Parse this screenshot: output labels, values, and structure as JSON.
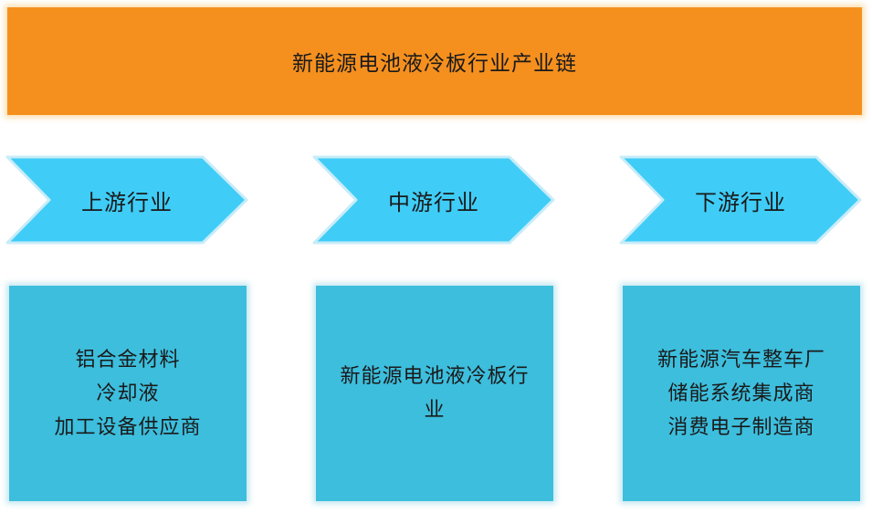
{
  "header": {
    "title": "新能源电池液冷板行业产业链"
  },
  "stages": [
    {
      "label": "上游行业",
      "items": [
        "铝合金材料",
        "冷却液",
        "加工设备供应商"
      ]
    },
    {
      "label": "中游行业",
      "items": [
        "新能源电池液冷板行",
        "业"
      ]
    },
    {
      "label": "下游行业",
      "items": [
        "新能源汽车整车厂",
        "储能系统集成商",
        "消费电子制造商"
      ]
    }
  ],
  "colors": {
    "title_bg": "#f5901f",
    "chevron_fill": "#3fcdf7",
    "box_fill": "#3dbedd",
    "text": "#1a1a1a"
  }
}
